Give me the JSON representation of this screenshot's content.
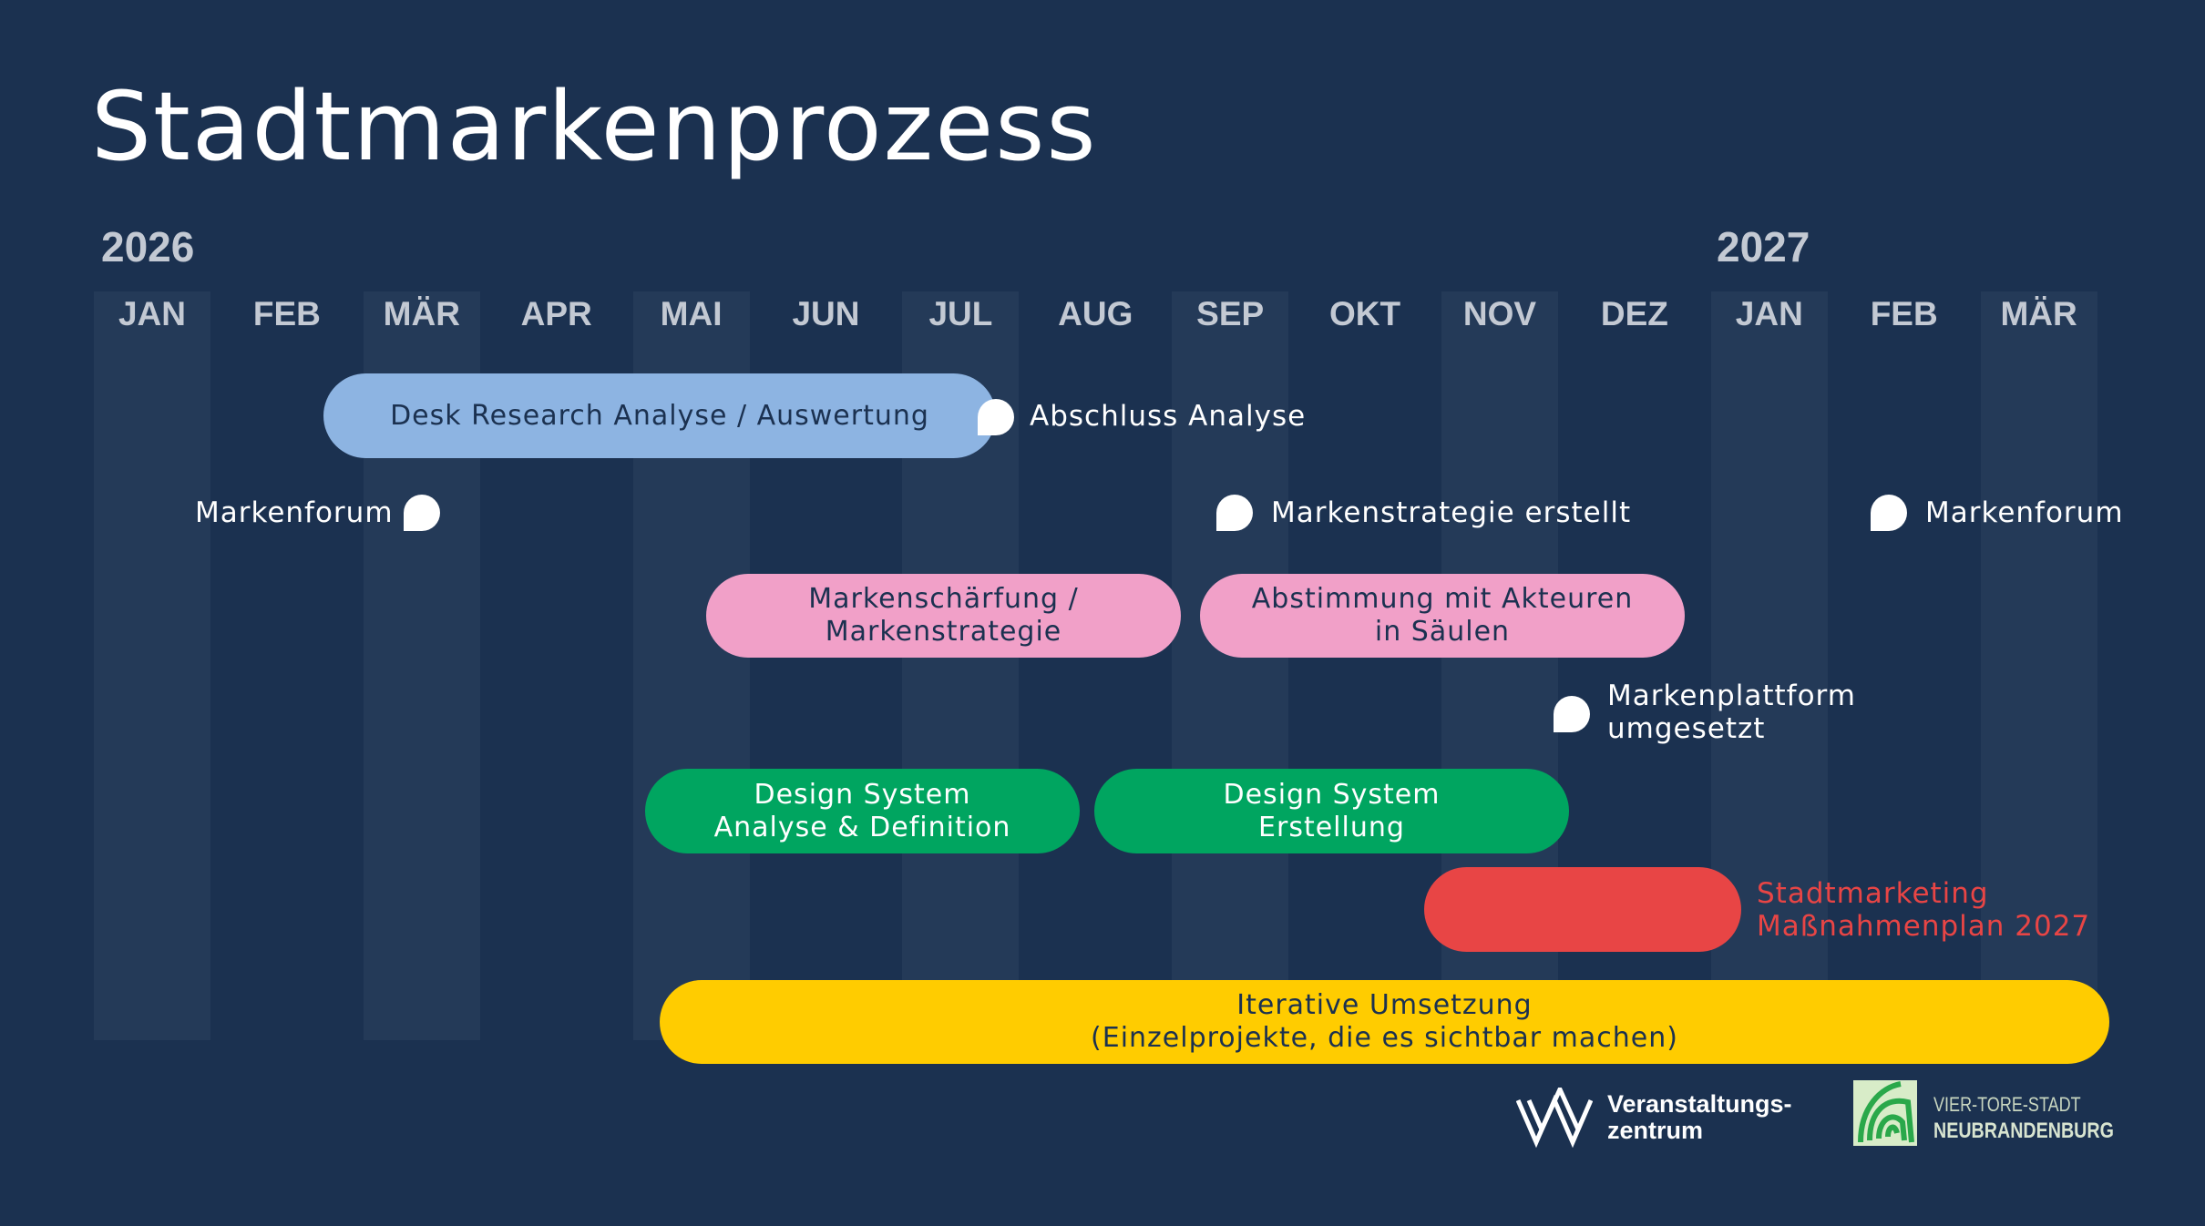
{
  "title": "Stadtmarkenprozess",
  "years": [
    "2026",
    "2027"
  ],
  "months": [
    "JAN",
    "FEB",
    "MÄR",
    "APR",
    "MAI",
    "JUN",
    "JUL",
    "AUG",
    "SEP",
    "OKT",
    "NOV",
    "DEZ",
    "JAN",
    "FEB",
    "MÄR"
  ],
  "colors": {
    "background": "#1b3150",
    "blue": "#8db4e2",
    "pink": "#f1a0c8",
    "green": "#00a560",
    "red": "#e84545",
    "yellow": "#ffcc00"
  },
  "bars": {
    "desk_research": "Desk Research Analyse / Auswertung",
    "markenschaerfung": "Markenschärfung /\nMarkenstrategie",
    "abstimmung": "Abstimmung mit Akteuren\nin Säulen",
    "design_analyse": "Design System\nAnalyse & Definition",
    "design_erstellung": "Design System\nErstellung",
    "massnahmenplan": "",
    "iterative": "Iterative Umsetzung\n(Einzelprojekte, die es sichtbar machen)"
  },
  "milestones": {
    "abschluss_analyse": "Abschluss Analyse",
    "markenforum_1": "Markenforum",
    "markenstrategie_erstellt": "Markenstrategie erstellt",
    "markenforum_2": "Markenforum",
    "markenplattform": "Markenplattform\numgesetzt",
    "massnahmenplan_label": "Stadtmarketing\nMaßnahmenplan 2027"
  },
  "logos": {
    "veranstaltungszentrum": "Veranstaltungs-\nzentrum",
    "neubrandenburg_line1": "VIER-TORE-STADT",
    "neubrandenburg_line2": "NEUBRANDENBURG"
  }
}
